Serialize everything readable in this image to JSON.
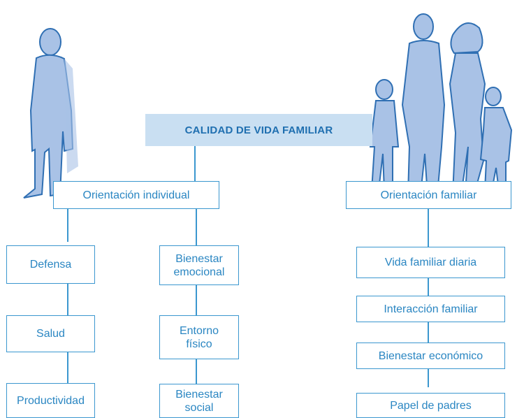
{
  "title": "CALIDAD DE VIDA FAMILIAR",
  "orientations": {
    "individual": "Orientación individual",
    "familiar": "Orientación familiar"
  },
  "column_left": [
    "Defensa",
    "Salud",
    "Productividad"
  ],
  "column_middle": [
    "Bienestar\nemocional",
    "Entorno\nfísico",
    "Bienestar\nsocial"
  ],
  "column_right": [
    "Vida familiar diaria",
    "Interacción familiar",
    "Bienestar económico",
    "Papel de padres"
  ],
  "colors": {
    "line": "#3b97cf",
    "text": "#2a86c2",
    "title_bg": "#c9dff2",
    "figure": "#a9c2e6",
    "figure_outline": "#2f6fb3"
  }
}
